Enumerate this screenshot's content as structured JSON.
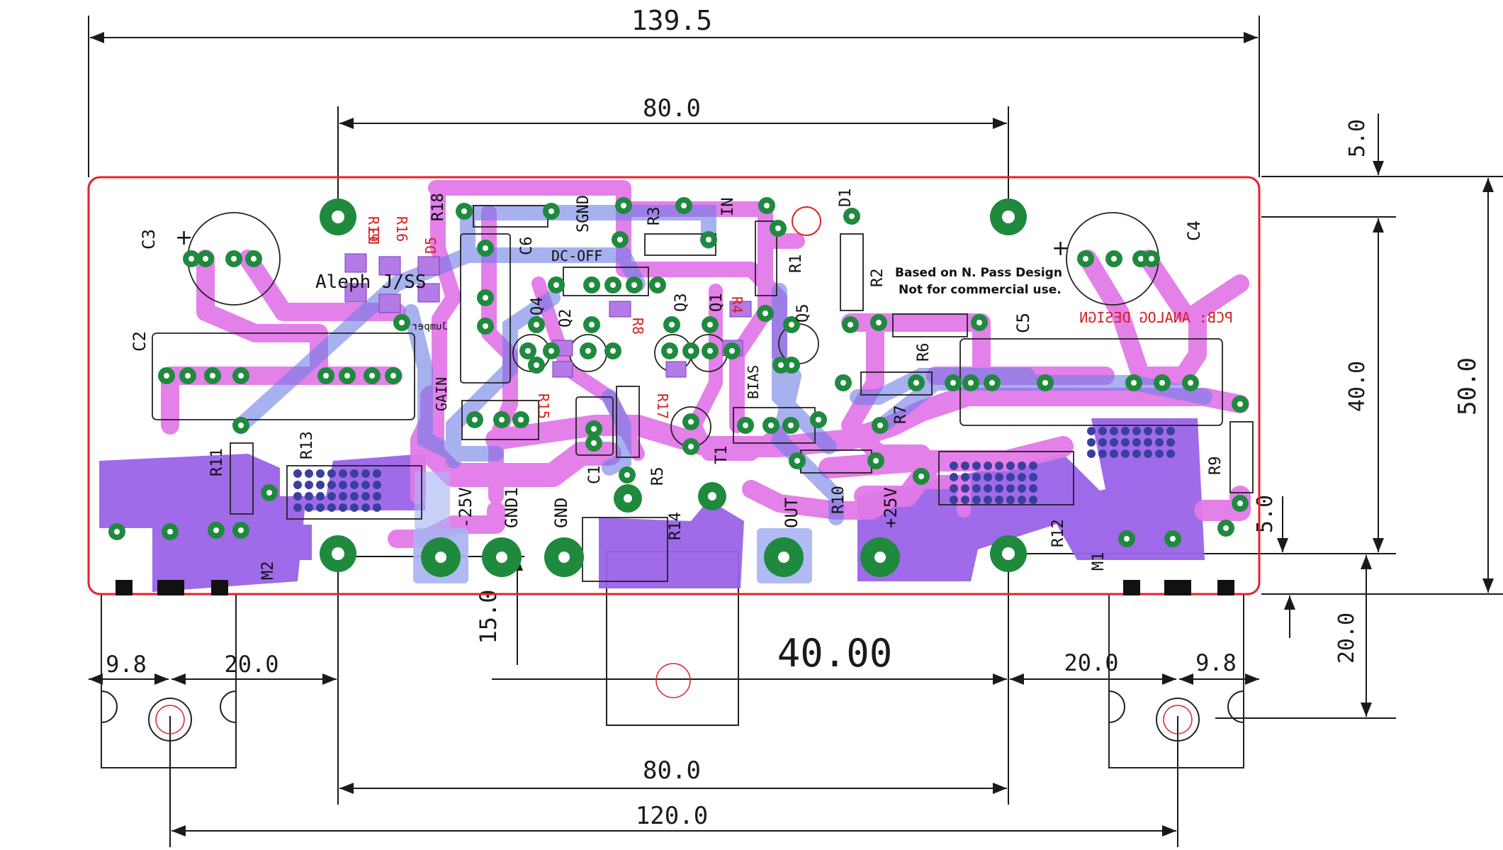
{
  "dimensions": {
    "overall_width": "139.5",
    "hole_span_top": "80.0",
    "hole_span_bottom": "80.0",
    "mount_span": "120.0",
    "edge_offset_top": "5.0",
    "hole_spacing_vertical": "40.0",
    "board_height": "50.0",
    "edge_offset_bottom": "5.0",
    "heatsink_depth": "20.0",
    "clamp_left_offset": "9.8",
    "clamp_left_to_hole": "20.0",
    "clamp_right_to_hole": "20.0",
    "clamp_right_offset": "9.8",
    "center_clamp_offset": "40.00",
    "center_clamp_depth": "15.0"
  },
  "components": {
    "C3": "C3",
    "C4": "C4",
    "C2": "C2",
    "C5": "C5",
    "C6": "C6",
    "C1": "C1",
    "R1": "R1",
    "R2": "R2",
    "R3": "R3",
    "R5": "R5",
    "R6": "R6",
    "R7": "R7",
    "R9": "R9",
    "R10": "R10",
    "R11": "R11",
    "R12": "R12",
    "R13": "R13",
    "R14": "R14",
    "R18": "R18",
    "Q1": "Q1",
    "Q2": "Q2",
    "Q3": "Q3",
    "Q4": "Q4",
    "Q5": "Q5",
    "D1": "D1",
    "D3": "D3",
    "D5": "D5",
    "T1": "T1",
    "M1": "M1",
    "M2": "M2"
  },
  "connectors": {
    "sgnd": "SGND",
    "in": "IN",
    "dc_off": "DC-OFF",
    "gain": "GAIN",
    "bias": "BIAS",
    "minus25": "-25V",
    "gnd1": "GND1",
    "gnd": "GND",
    "out": "OUT",
    "plus25": "+25V"
  },
  "text": {
    "title": "Aleph J/SS",
    "jumper": "Jumper",
    "credit_line1": "Based on N. Pass Design",
    "credit_line2": "Not for commercial use.",
    "pcb_mirror": "PCB: ANALOG DESIGN",
    "red_r19": "R19",
    "red_r16": "R16",
    "red_r4": "R4",
    "red_r8": "R8",
    "red_r15": "R15",
    "red_r17": "R17"
  },
  "colors": {
    "board_outline": "#e8202a",
    "top_copper": "#e070e6",
    "bottom_copper": "#8a5ae0",
    "pad_ring": "#1f8a3e",
    "dimension_line": "#1a1a1a"
  }
}
